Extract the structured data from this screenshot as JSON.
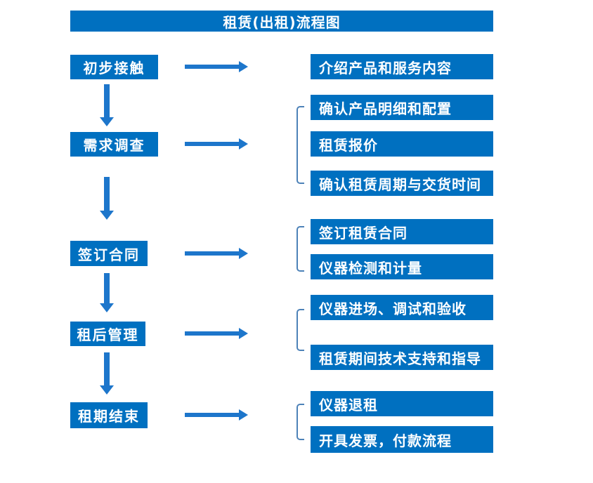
{
  "title": "租赁(出租)流程图",
  "colors": {
    "box-blue": "#0070C0",
    "arrow-blue": "#1D76CB",
    "bracket-blue": "#4D82B8",
    "text-white": "#FFFFFF"
  },
  "steps": [
    {
      "label": "初步接触",
      "details": [
        "介绍产品和服务内容"
      ]
    },
    {
      "label": "需求调查",
      "details": [
        "确认产品明细和配置",
        "租赁报价",
        "确认租赁周期与交货时间"
      ]
    },
    {
      "label": "签订合同",
      "details": [
        "签订租赁合同",
        "仪器检测和计量"
      ]
    },
    {
      "label": "租后管理",
      "details": [
        "仪器进场、调试和验收",
        "租赁期间技术支持和指导"
      ]
    },
    {
      "label": "租期结束",
      "details": [
        "仪器退租",
        "开具发票，付款流程"
      ]
    }
  ]
}
